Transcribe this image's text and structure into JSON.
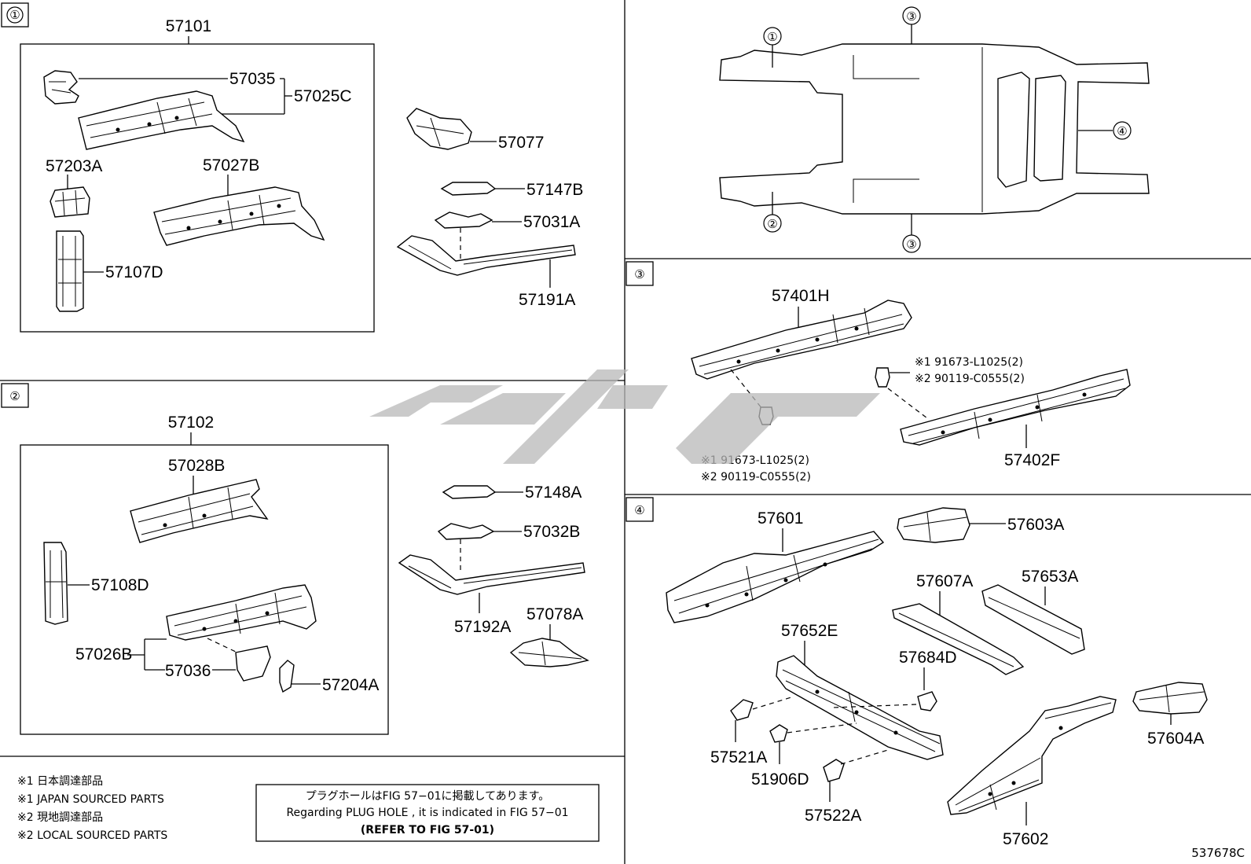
{
  "sections": {
    "s1": {
      "label": "①"
    },
    "s2": {
      "label": "②"
    },
    "s3": {
      "label": "③"
    },
    "s4": {
      "label": "④"
    }
  },
  "overview": {
    "c1": "①",
    "c2": "②",
    "c3_top": "③",
    "c3_bottom": "③",
    "c4": "④"
  },
  "parts": {
    "p57101": "57101",
    "p57035": "57035",
    "p57025C": "57025C",
    "p57203A": "57203A",
    "p57027B": "57027B",
    "p57107D": "57107D",
    "p57077": "57077",
    "p57147B": "57147B",
    "p57031A": "57031A",
    "p57191A": "57191A",
    "p57102": "57102",
    "p57028B": "57028B",
    "p57108D": "57108D",
    "p57026B": "57026B",
    "p57036": "57036",
    "p57204A": "57204A",
    "p57148A": "57148A",
    "p57032B": "57032B",
    "p57192A": "57192A",
    "p57078A": "57078A",
    "p57401H": "57401H",
    "p57402F": "57402F",
    "p57601": "57601",
    "p57603A": "57603A",
    "p57607A": "57607A",
    "p57653A": "57653A",
    "p57652E": "57652E",
    "p57684D": "57684D",
    "p57521A": "57521A",
    "p51906D": "51906D",
    "p57522A": "57522A",
    "p57602": "57602",
    "p57604A": "57604A"
  },
  "bolts": {
    "right_1": "※1 91673-L1025(2)",
    "right_2": "※2 90119-C0555(2)",
    "left_1": "※1 91673-L1025(2)",
    "left_2": "※2 90119-C0555(2)"
  },
  "legend": {
    "l1": "※1 日本調達部品",
    "l2": "※1 JAPAN SOURCED PARTS",
    "l3": "※2 現地調達部品",
    "l4": "※2 LOCAL SOURCED PARTS"
  },
  "notebox": {
    "line1": "プラグホールはFIG 57−01に掲載してあります。",
    "line2": "Regarding  PLUG  HOLE , it is indicated in FIG  57−01",
    "line3": "(REFER TO FIG 57-01)"
  },
  "figure_id": "537678C"
}
